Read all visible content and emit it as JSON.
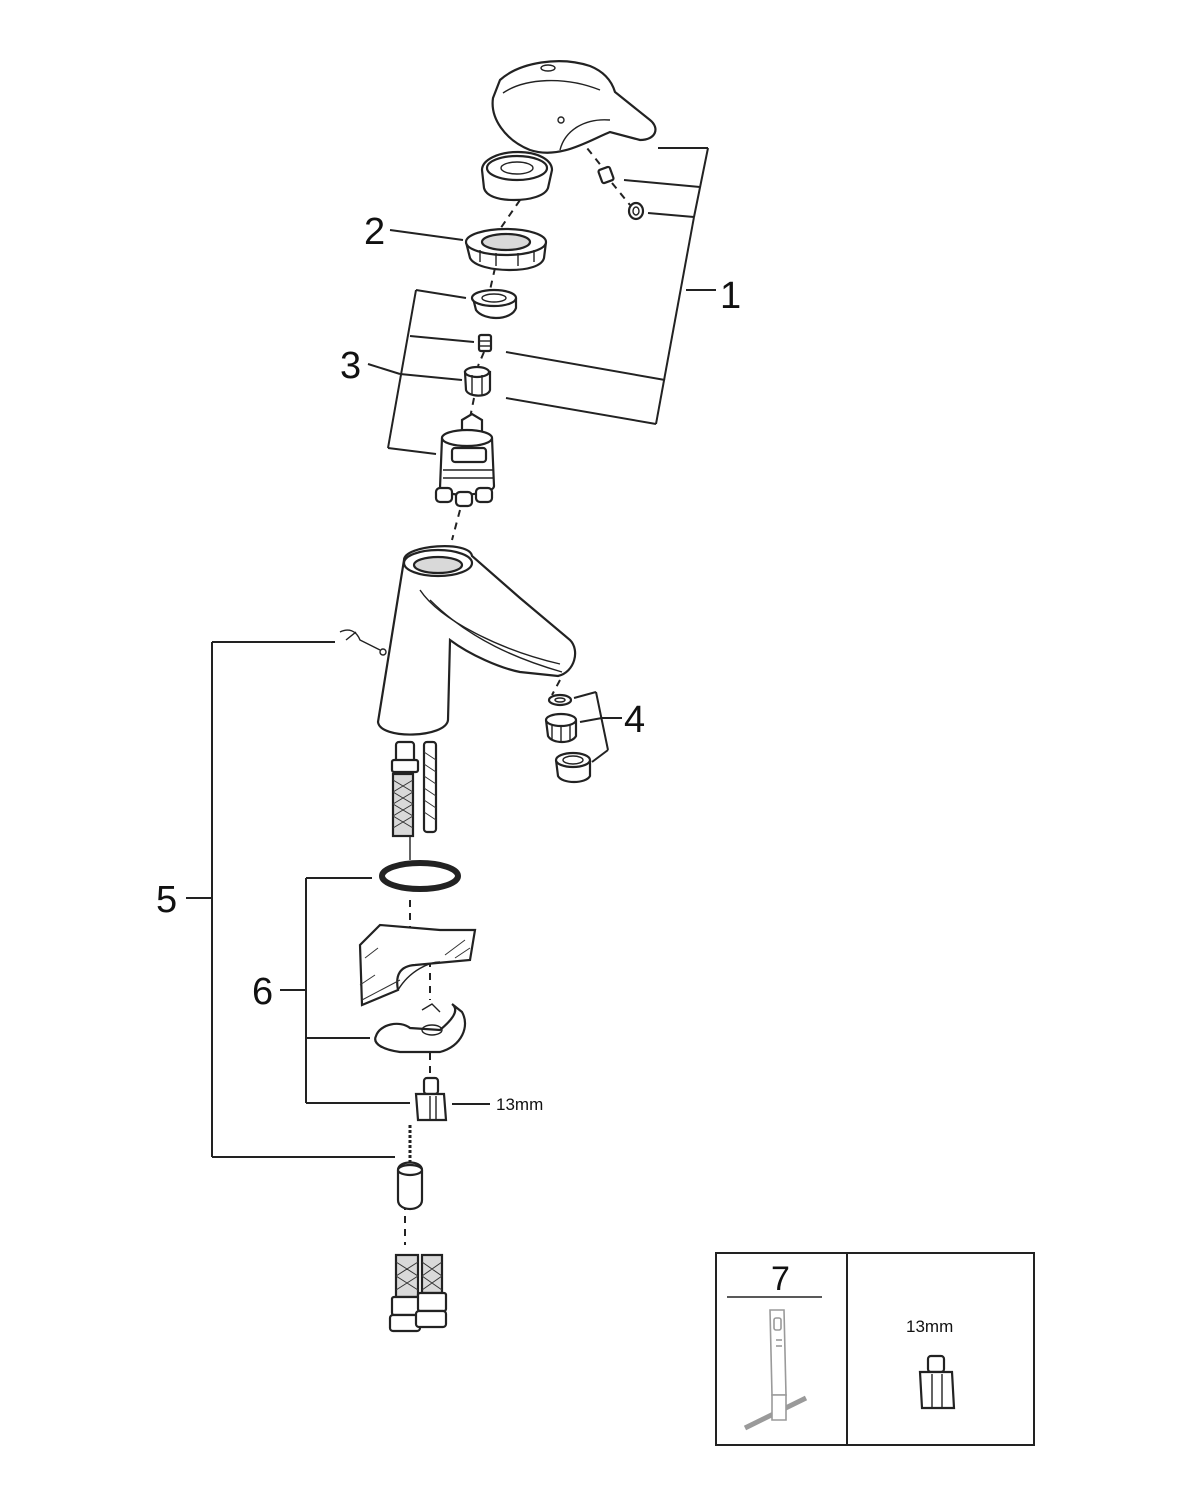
{
  "callouts": {
    "c1": "1",
    "c2": "2",
    "c3": "3",
    "c4": "4",
    "c5": "5",
    "c6": "6",
    "c7": "7"
  },
  "labels": {
    "nut_size": "13mm",
    "tool_nut_size": "13mm"
  },
  "icons": {
    "handle": "lever-handle-icon",
    "cartridge": "cartridge-icon",
    "body": "mixer-body-icon",
    "aerator": "aerator-icon",
    "key": "service-key-icon",
    "nut": "nut-icon"
  }
}
